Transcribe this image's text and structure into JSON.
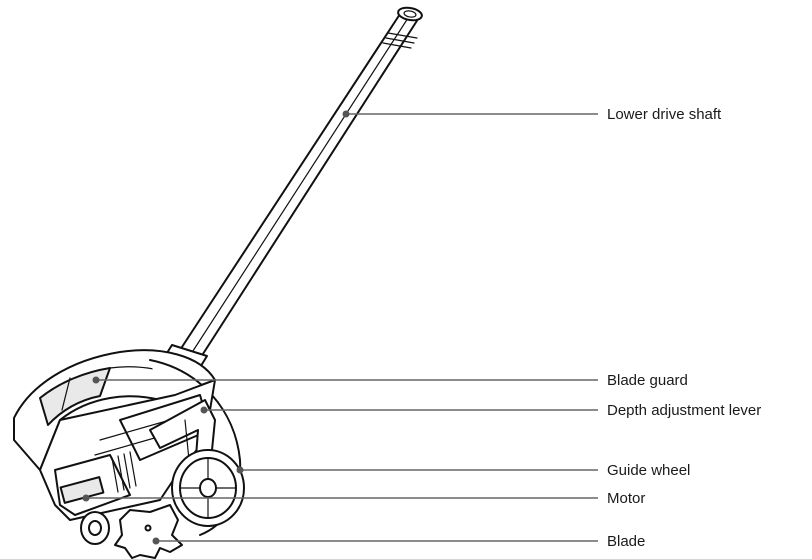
{
  "callouts": [
    {
      "id": "lower-drive-shaft",
      "label": "Lower drive shaft"
    },
    {
      "id": "blade-guard",
      "label": "Blade guard"
    },
    {
      "id": "depth-adjustment-lever",
      "label": "Depth adjustment lever"
    },
    {
      "id": "guide-wheel",
      "label": "Guide wheel"
    },
    {
      "id": "motor",
      "label": "Motor"
    },
    {
      "id": "blade",
      "label": "Blade"
    }
  ],
  "colors": {
    "leader": "#666666",
    "ink": "#111111"
  }
}
